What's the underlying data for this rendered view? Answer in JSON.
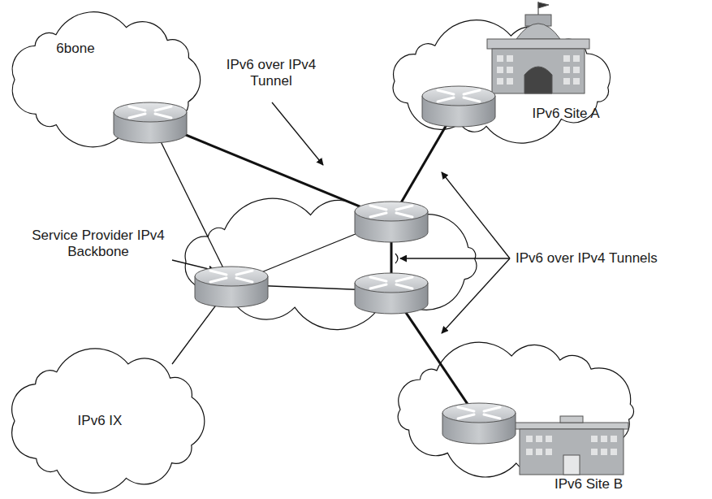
{
  "diagram": {
    "nodes": [
      {
        "text": [
          "6bone"
        ]
      },
      {
        "text": [
          "IPv6 Site A"
        ]
      },
      {
        "text": [
          "Service Provider IPv4 Backbone"
        ]
      },
      {
        "text": [
          "IPv6 IX"
        ]
      },
      {
        "text": [
          "IPv6 Site B"
        ]
      }
    ],
    "edges": [
      {
        "from": 0,
        "to": 2,
        "arrow": "none"
      },
      {
        "from": 0,
        "to": 2,
        "arrow": "none"
      },
      {
        "from": 1,
        "to": 2,
        "arrow": "none"
      },
      {
        "from": 3,
        "to": 2,
        "arrow": "none"
      },
      {
        "from": 4,
        "to": 2,
        "arrow": "none"
      }
    ],
    "labels": [
      "IPv6 over IPv4 Tunnel",
      "IPv6 over IPv4 Tunnels"
    ]
  }
}
